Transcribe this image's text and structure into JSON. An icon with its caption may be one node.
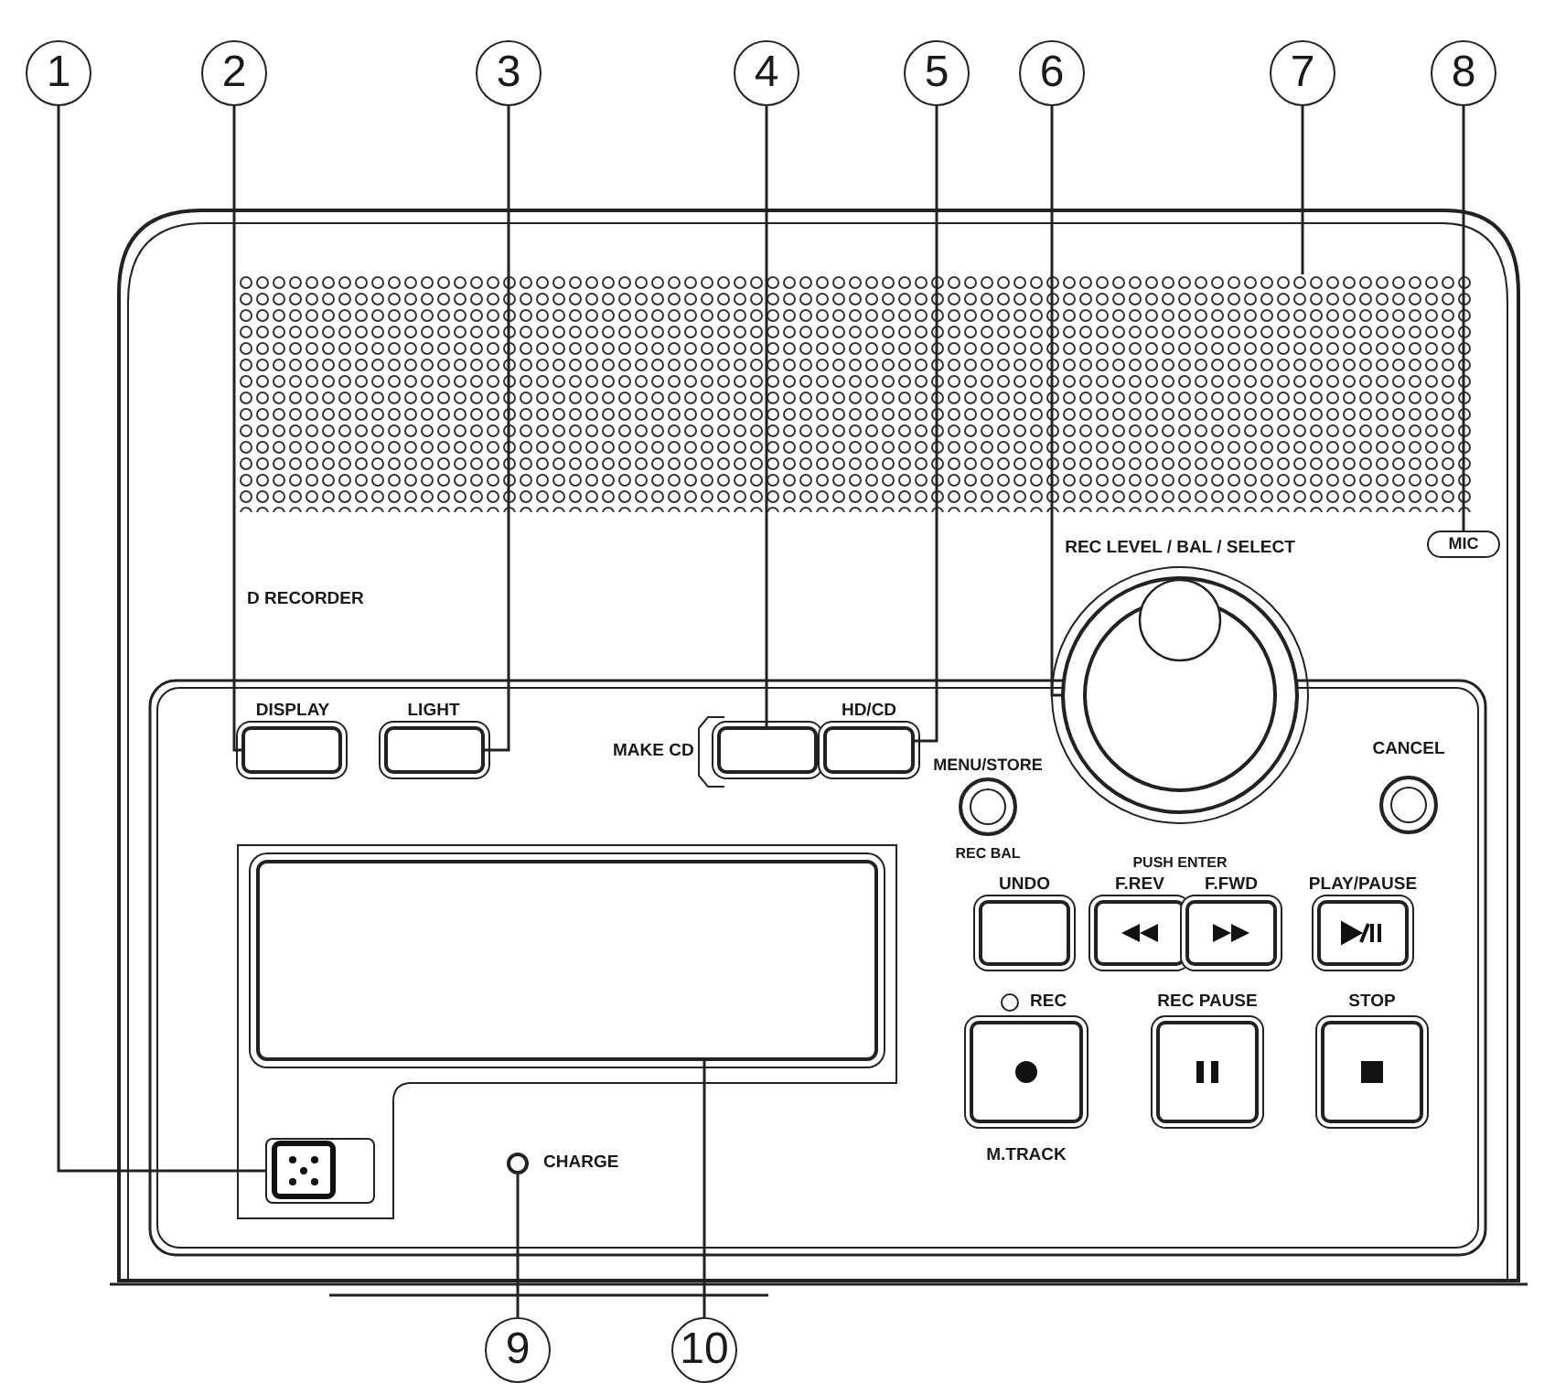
{
  "diagram": {
    "nodes": [
      {
        "text": [
          "1"
        ]
      },
      {
        "text": [
          "2"
        ]
      },
      {
        "text": [
          "3"
        ]
      },
      {
        "text": [
          "4"
        ]
      },
      {
        "text": [
          "5"
        ]
      },
      {
        "text": [
          "6"
        ]
      },
      {
        "text": [
          "7"
        ]
      },
      {
        "text": [
          "8"
        ]
      },
      {
        "text": [
          "9"
        ]
      },
      {
        "text": [
          "10"
        ]
      },
      {
        "text": [],
        "shape": "box"
      },
      {
        "text": [],
        "shape": "box",
        "beside": [
          "DISPLAY"
        ]
      },
      {
        "text": [],
        "shape": "box",
        "beside": [
          "LIGHT"
        ]
      },
      {
        "text": [],
        "shape": "box",
        "beside": [
          "MAKE CD"
        ]
      },
      {
        "text": [],
        "shape": "box",
        "beside": [
          "HD/CD"
        ]
      },
      {
        "text": [],
        "shape": "circle",
        "beside": [
          "REC LEVEL / BAL / SELECT",
          "PUSH ENTER"
        ]
      },
      {
        "text": [],
        "shape": "box"
      },
      {
        "text": [
          "MIC"
        ]
      },
      {
        "text": [],
        "shape": "circle",
        "beside": [
          "CHARGE"
        ]
      },
      {
        "text": [],
        "shape": "box"
      },
      {
        "text": [],
        "shape": "circle",
        "beside": [
          "MENU/STORE",
          "REC BAL"
        ]
      },
      {
        "text": [],
        "shape": "circle",
        "beside": [
          "CANCEL"
        ]
      },
      {
        "text": [],
        "shape": "box",
        "beside": [
          "UNDO"
        ]
      },
      {
        "text": [],
        "shape": "box",
        "beside": [
          "F.REV"
        ]
      },
      {
        "text": [],
        "shape": "box",
        "beside": [
          "F.FWD"
        ]
      },
      {
        "text": [],
        "shape": "box",
        "beside": [
          "PLAY/PAUSE"
        ]
      },
      {
        "text": [],
        "shape": "box",
        "beside": [
          "REC",
          "M.TRACK"
        ]
      },
      {
        "text": [],
        "shape": "box",
        "beside": [
          "REC PAUSE"
        ]
      },
      {
        "text": [],
        "shape": "box",
        "beside": [
          "STOP"
        ]
      }
    ],
    "edges": [
      {
        "from": 0,
        "to": 19,
        "arrow": "none"
      },
      {
        "from": 1,
        "to": 11,
        "arrow": "none"
      },
      {
        "from": 2,
        "to": 12,
        "arrow": "none"
      },
      {
        "from": 3,
        "to": 13,
        "arrow": "none"
      },
      {
        "from": 4,
        "to": 14,
        "arrow": "none"
      },
      {
        "from": 5,
        "to": 15,
        "arrow": "none"
      },
      {
        "from": 6,
        "to": 10,
        "arrow": "none"
      },
      {
        "from": 7,
        "to": 17,
        "arrow": "none"
      },
      {
        "from": 8,
        "to": 18,
        "arrow": "none"
      },
      {
        "from": 9,
        "to": 16,
        "arrow": "none"
      }
    ],
    "labels": [
      "D RECORDER"
    ]
  }
}
